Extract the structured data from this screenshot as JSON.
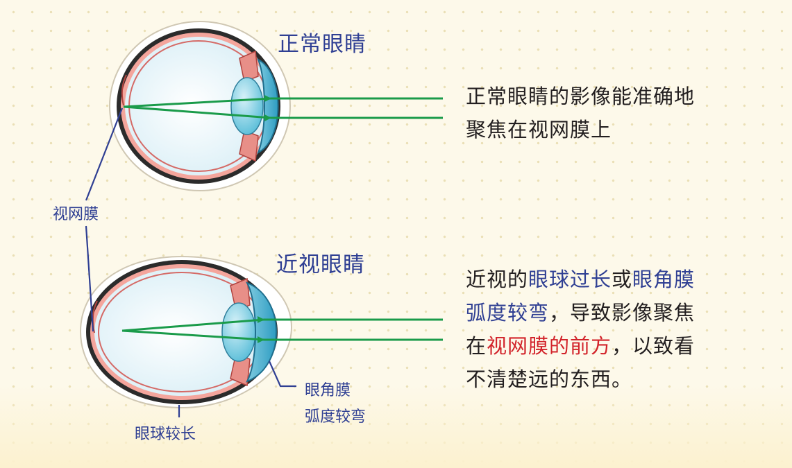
{
  "normal_eye": {
    "title": "正常眼睛",
    "desc_line1": "正常眼睛的影像能准确地",
    "desc_line2": "聚焦在视网膜上"
  },
  "myopia_eye": {
    "title": "近视眼睛",
    "desc_l1_a": "近视的",
    "desc_l1_b": "眼球过长",
    "desc_l1_c": "或",
    "desc_l1_d": "眼角膜",
    "desc_l2_a": "弧度较弯",
    "desc_l2_b": "，导致影像聚焦",
    "desc_l3_a": "在",
    "desc_l3_b": "视网膜的前方",
    "desc_l3_c": "，以致看",
    "desc_l4": "不清楚远的东西。"
  },
  "labels": {
    "retina": "视网膜",
    "eyeball_longer": "眼球较长",
    "cornea_curved_l1": "眼角膜",
    "cornea_curved_l2": "弧度较弯"
  },
  "colors": {
    "title_blue": "#2f3f93",
    "highlight_red": "#d2232a",
    "light_ray_green": "#1a9b4a"
  }
}
